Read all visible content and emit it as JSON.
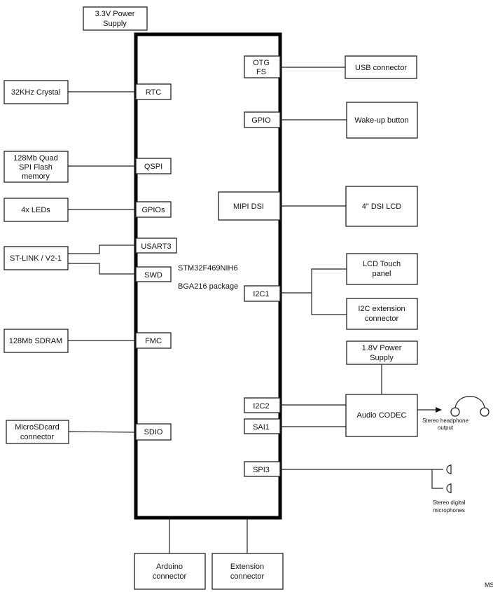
{
  "mcu": {
    "name": "STM32F469NIH6",
    "package": "BGA216 package"
  },
  "power": {
    "v33": [
      "3.3V Power",
      "Supply"
    ],
    "v18": [
      "1.8V Power",
      "Supply"
    ]
  },
  "left": {
    "crystal": "32KHz Crystal",
    "qspi_flash": [
      "128Mb Quad",
      "SPI Flash",
      "memory"
    ],
    "leds": "4x LEDs",
    "stlink": "ST-LINK / V2-1",
    "sdram": "128Mb SDRAM",
    "microsd": [
      "MicroSDcard",
      "connector"
    ]
  },
  "pins_left": {
    "rtc": "RTC",
    "qspi": "QSPI",
    "gpios": "GPIOs",
    "usart3": "USART3",
    "swd": "SWD",
    "fmc": "FMC",
    "sdio": "SDIO"
  },
  "pins_right": {
    "otg": [
      "OTG",
      "FS"
    ],
    "gpio": "GPIO",
    "mipi": "MIPI DSI",
    "i2c1": "I2C1",
    "i2c2": "I2C2",
    "sai1": "SAI1",
    "spi3": "SPI3"
  },
  "right": {
    "usb": "USB connector",
    "wakeup": "Wake-up button",
    "lcd": "4\" DSI LCD",
    "touch": [
      "LCD Touch",
      "panel"
    ],
    "i2c_ext": [
      "I2C extension",
      "connector"
    ],
    "codec": "Audio CODEC",
    "headphone": [
      "Stereo headphone",
      "output"
    ],
    "mics": [
      "Stereo digital",
      "microphones"
    ]
  },
  "bottom": {
    "arduino": [
      "Arduino",
      "connector"
    ],
    "extension": [
      "Extension",
      "connector"
    ]
  },
  "corner_label": "MS"
}
